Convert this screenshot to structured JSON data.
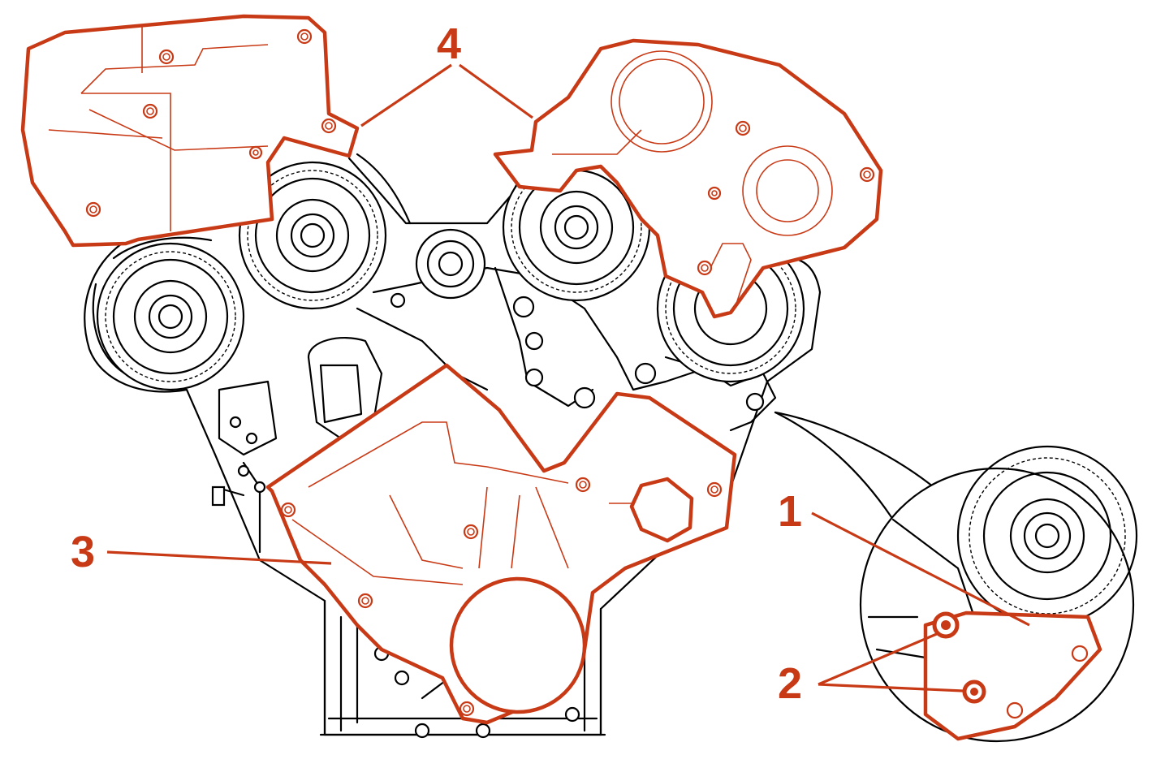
{
  "colors": {
    "accent": "#C83A16",
    "line": "#000000",
    "background": "#FFFFFF"
  },
  "callouts": [
    {
      "id": "1",
      "label": "1"
    },
    {
      "id": "2",
      "label": "2"
    },
    {
      "id": "3",
      "label": "3"
    },
    {
      "id": "4",
      "label": "4"
    }
  ]
}
